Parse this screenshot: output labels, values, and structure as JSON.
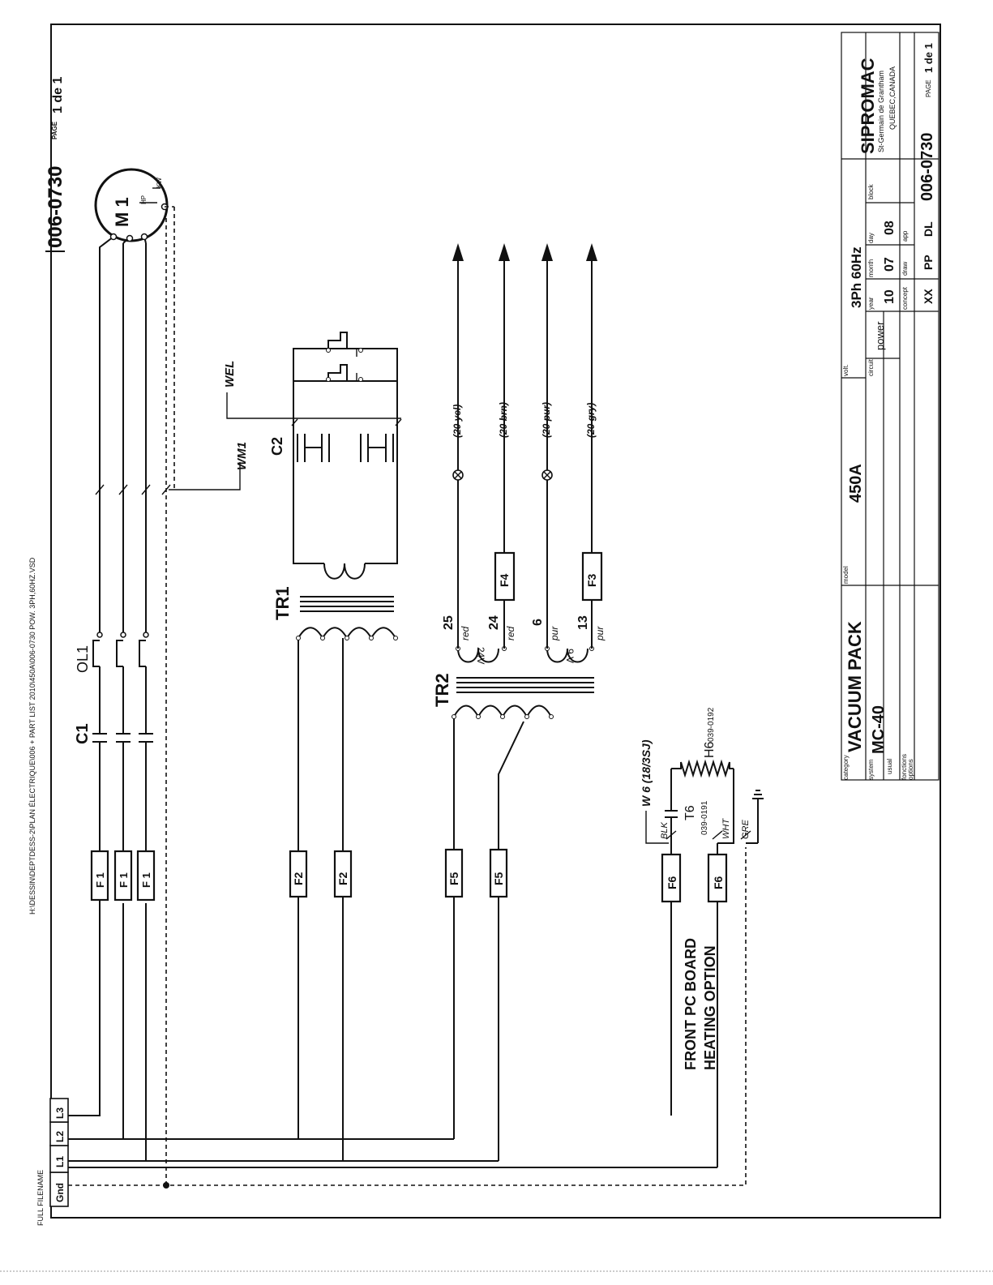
{
  "header": {
    "full_filename_label": "FULL FILENAME",
    "file_path": "H:\\DESSIN\\DEPTDESS-2\\PLAN ÉLECTRIQUE\\006 + PART LIST 2010\\450A\\006-0730 POW. 3PH,60HZ.VSD",
    "drawing_number": "006-0730",
    "page_label": "PAGE",
    "page_value": "1 de 1"
  },
  "terminals": [
    "Gnd",
    "L1",
    "L2",
    "L3"
  ],
  "components": {
    "fuses_f1": [
      "F 1",
      "F 1",
      "F 1"
    ],
    "fuses_f2": [
      "F2",
      "F2"
    ],
    "fuses_f5": [
      "F5",
      "F5"
    ],
    "fuses_f6": [
      "F6",
      "F6"
    ],
    "fuse_f4": "F4",
    "fuse_f3": "F3",
    "contactor": "C1",
    "overload": "OL1",
    "motor": "M 1",
    "motor_hp": "HP",
    "motor_kw": "KW",
    "transformer1": "TR1",
    "transformer2": "TR2",
    "capacitor": "C2",
    "wire_wm1": "WM1",
    "wire_wel": "WEL",
    "wire_w6": "W 6 (18/3SJ)",
    "thermostat": "T6",
    "thermostat_part": "039-0191",
    "heater": "H6",
    "heater_part": "039-0192",
    "blk": "BLK",
    "wht": "WHT",
    "gre": "GRE",
    "front_pc_board": "FRONT PC BOARD",
    "heating_option": "HEATING OPTION"
  },
  "outputs": [
    {
      "terminal": "25",
      "color_code": "red",
      "wire": "(20 yel)"
    },
    {
      "terminal": "24",
      "color_code": "red",
      "wire": "(20 brn)"
    },
    {
      "terminal": "6",
      "color_code": "pur",
      "wire": "(20 pur)"
    },
    {
      "terminal": "13",
      "color_code": "pur",
      "wire": "(20 gry)"
    }
  ],
  "voltages": {
    "v24": "24V",
    "v9": "9 V"
  },
  "title_block": {
    "category_label": "category",
    "category": "VACUUM PACK",
    "model_label": "model",
    "model": "450A",
    "volt_label": "volt.",
    "volt": "3Ph 60Hz",
    "system_label": "system",
    "system": "MC-40",
    "circuit_label": "circuit",
    "circuit": "power",
    "usual_label": "usual",
    "fonctions_label": "fonctions",
    "options_label": "options",
    "year_label": "year",
    "year": "10",
    "month_label": "month",
    "month": "07",
    "day_label": "day",
    "day": "08",
    "block_label": "block",
    "concept_label": "concept",
    "concept": "XX",
    "draw_label": "draw",
    "draw": "PP",
    "app_label": "app",
    "app": "DL",
    "company": "SIPROMAC",
    "address_line1": "St-Germain de Grantham",
    "address_line2": "QUEBEC,CANADA",
    "drawing_number": "006-0730",
    "page_label": "PAGE",
    "page_value": "1 de 1"
  }
}
